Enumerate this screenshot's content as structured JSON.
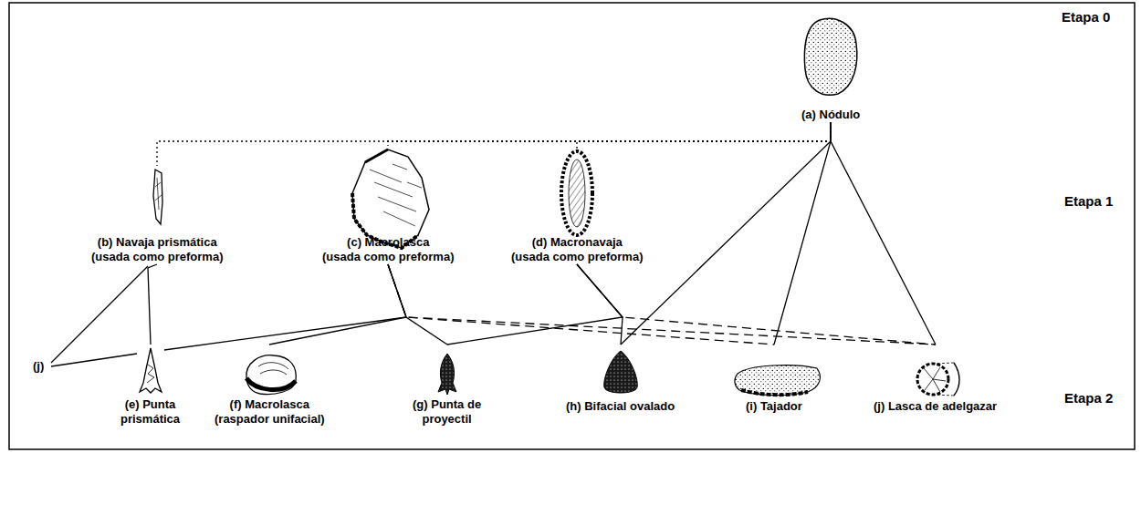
{
  "diagram": {
    "nodes": [
      {
        "text": [
          "(a) Nódulo"
        ]
      },
      {
        "text": [
          "(b) Navaja prismática (usada como preforma)"
        ]
      },
      {
        "text": [
          "(c) Macrolasca (usada como preforma)"
        ]
      },
      {
        "text": [
          "(d) Macronavaja (usada como preforma)"
        ]
      },
      {
        "text": [
          "(e) Punta prismática"
        ]
      },
      {
        "text": [
          "(f) Macrolasca (raspador unifacial)"
        ]
      },
      {
        "text": [
          "(g) Punta de proyectil"
        ]
      },
      {
        "text": [
          "(h) Bifacial ovalado"
        ]
      },
      {
        "text": [
          "(i) Tajador"
        ]
      },
      {
        "text": [
          "(j) Lasca de adelgazar"
        ]
      }
    ],
    "edges": [
      {
        "from": 0,
        "to": 1,
        "arrow": "none"
      },
      {
        "from": 0,
        "to": 2,
        "arrow": "none"
      },
      {
        "from": 0,
        "to": 3,
        "arrow": "none"
      },
      {
        "from": 0,
        "to": 7,
        "arrow": "none"
      },
      {
        "from": 0,
        "to": 8,
        "arrow": "none"
      },
      {
        "from": 0,
        "to": 9,
        "arrow": "none"
      },
      {
        "from": 1,
        "to": 4,
        "arrow": "none"
      },
      {
        "from": 2,
        "to": 5,
        "arrow": "none"
      },
      {
        "from": 2,
        "to": 6,
        "arrow": "none"
      },
      {
        "from": 2,
        "to": 8,
        "arrow": "none"
      },
      {
        "from": 2,
        "to": 9,
        "arrow": "none"
      },
      {
        "from": 3,
        "to": 6,
        "arrow": "none"
      },
      {
        "from": 3,
        "to": 7,
        "arrow": "none"
      },
      {
        "from": 3,
        "to": 9,
        "arrow": "none"
      }
    ],
    "labels": [
      "Etapa 0",
      "Etapa 1",
      "Etapa 2",
      "(j)"
    ]
  }
}
